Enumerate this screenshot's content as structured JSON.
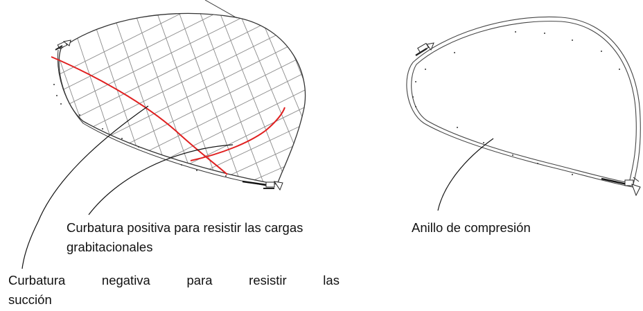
{
  "labels": {
    "positive_line1": "Curbatura positiva para resistir las cargas",
    "positive_line2": "grabitacionales",
    "negative_line1_words": [
      "Curbatura",
      "negativa",
      "para",
      "resistir",
      "las"
    ],
    "negative_line2": "succión",
    "ring": "Anillo de compresión"
  },
  "colors": {
    "stroke": "#333333",
    "highlight": "#e02020",
    "grid": "#8a8a8a"
  }
}
